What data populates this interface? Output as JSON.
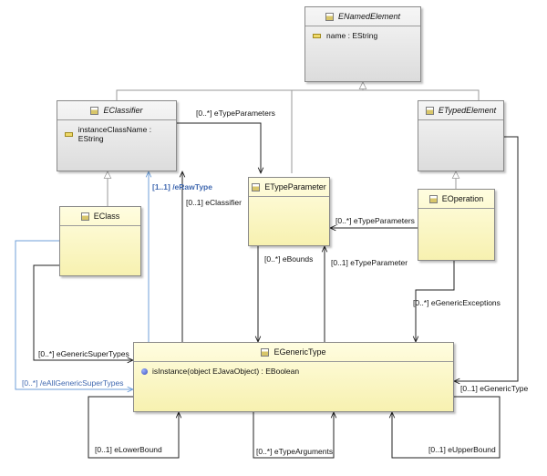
{
  "classes": {
    "enamedelement": {
      "name": "ENamedElement",
      "attr": "name : EString"
    },
    "eclassifier": {
      "name": "EClassifier",
      "attr": "instanceClassName : EString"
    },
    "etypedelement": {
      "name": "ETypedElement"
    },
    "eclass": {
      "name": "EClass"
    },
    "etypeparameter": {
      "name": "ETypeParameter"
    },
    "eoperation": {
      "name": "EOperation"
    },
    "egenerictype": {
      "name": "EGenericType",
      "op": "isInstance(object EJavaObject) : EBoolean"
    }
  },
  "labels": {
    "etypeparameters_top": "[0..*] eTypeParameters",
    "eraw_type": "[1..1] /eRawType",
    "eclassifier": "[0..1] eClassifier",
    "etypeparameters_mid": "[0..*] eTypeParameters",
    "ebounds": "[0..*] eBounds",
    "etypeparameter": "[0..1] eTypeParameter",
    "egeneric_exceptions": "[0..*] eGenericExceptions",
    "egeneric_supertypes": "[0..*] eGenericSuperTypes",
    "eall_generic_supertypes": "[0..*] /eAllGenericSuperTypes",
    "egeneric_type": "[0..1] eGenericType",
    "elower_bound": "[0..1] eLowerBound",
    "etype_arguments": "[0..*] eTypeArguments",
    "eupper_bound": "[0..1] eUpperBound"
  },
  "colors": {
    "line": "#222222",
    "derived": "#6f9fd8",
    "abstract_fill": "#e8e8e8",
    "concrete_fill": "#fbf7c8"
  }
}
